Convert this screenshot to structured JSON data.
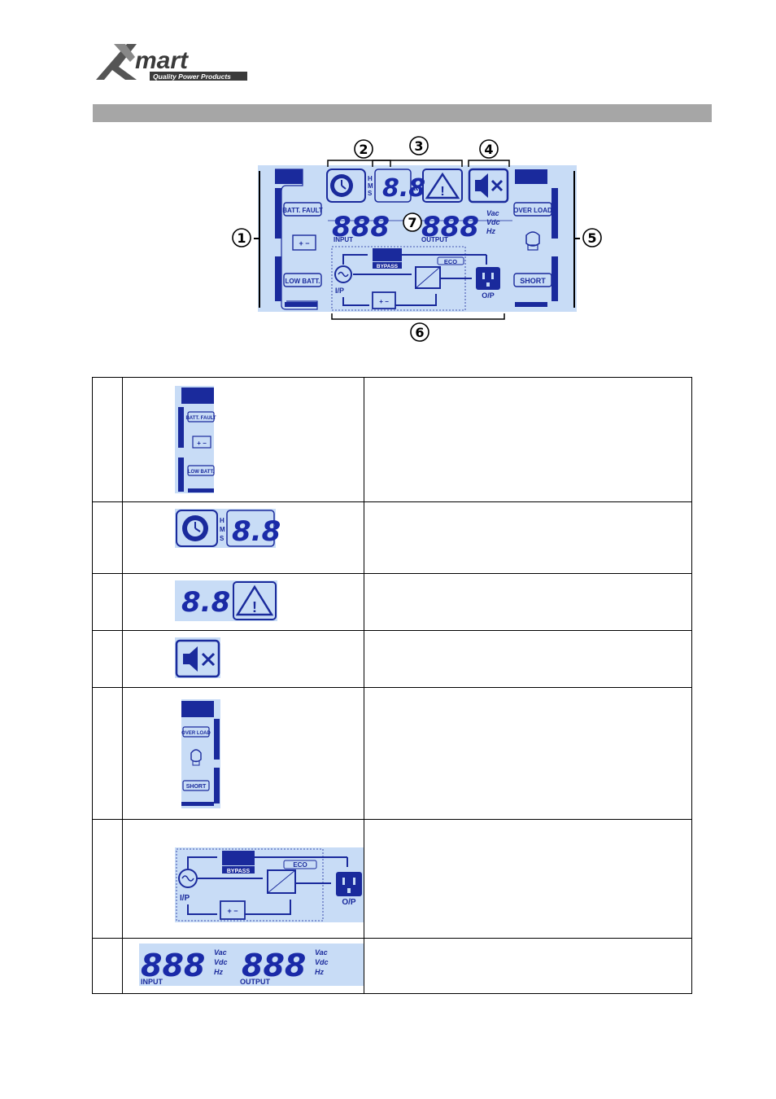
{
  "logo": {
    "brand": "Xmart",
    "tagline": "Quality Power Products"
  },
  "diagram": {
    "callouts": [
      "①",
      "②",
      "③",
      "④",
      "⑤",
      "⑥",
      "⑦"
    ],
    "labels": {
      "batt_fault": "BATT. FAULT",
      "low_batt": "LOW BATT.",
      "over_load": "OVER LOAD",
      "short": "SHORT",
      "h": "H",
      "m": "M",
      "s": "S",
      "digits_2": "8.8",
      "digits_3": "888",
      "input": "INPUT",
      "output": "OUTPUT",
      "vac": "Vac",
      "vdc": "Vdc",
      "hz": "Hz",
      "bypass": "BYPASS",
      "eco": "ECO",
      "ip": "I/P",
      "op": "O/P",
      "plus_minus": "+ −"
    }
  },
  "table": {
    "rows": [
      {
        "id": "row-1"
      },
      {
        "id": "row-2"
      },
      {
        "id": "row-3"
      },
      {
        "id": "row-4"
      },
      {
        "id": "row-5"
      },
      {
        "id": "row-6"
      },
      {
        "id": "row-7"
      }
    ]
  },
  "colors": {
    "lcd_bg": "#c8dcf6",
    "lcd_dark": "#1a2a9c",
    "header_bar": "#a6a6a6"
  }
}
